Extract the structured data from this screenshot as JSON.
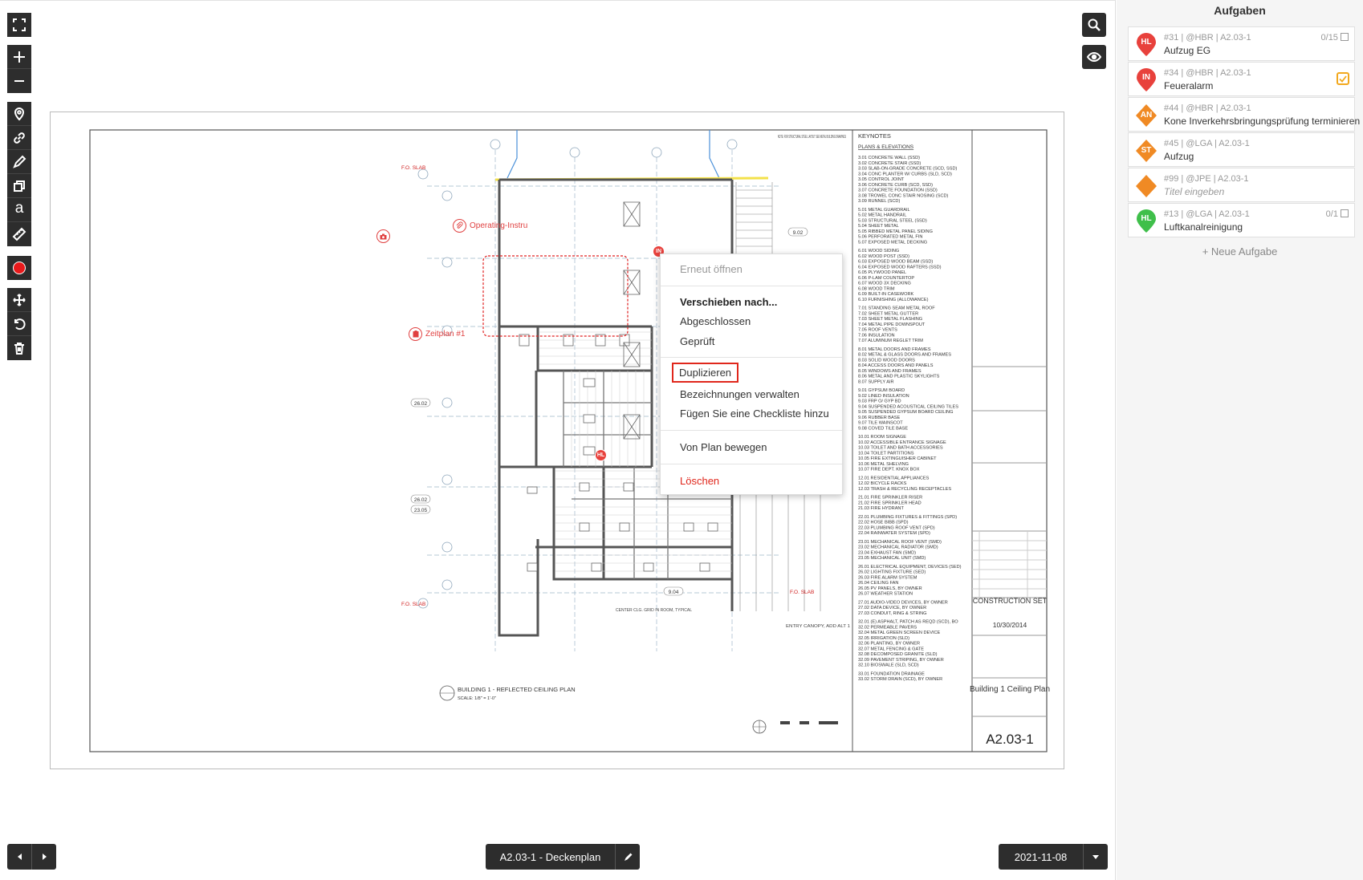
{
  "viewer": {
    "plan_label": "A2.03-1 - Deckenplan",
    "date_label": "2021-11-08",
    "markers": {
      "photo_marker": "",
      "operating_label": "Operating-Instru",
      "zeitplan_label": "Zeitplan #1",
      "in_badge": "IN",
      "hl_badge": "HL"
    }
  },
  "context_menu": {
    "reopen": "Erneut öffnen",
    "move_to": "Verschieben nach...",
    "closed": "Abgeschlossen",
    "verified": "Geprüft",
    "duplicate": "Duplizieren",
    "manage_labels": "Bezeichnungen verwalten",
    "add_checklist": "Fügen Sie eine Checkliste hinzu",
    "move_off_plan": "Von Plan bewegen",
    "delete": "Löschen"
  },
  "drawing": {
    "keynotes_title": "KEYNOTES",
    "plans_elevations": "PLANS & ELEVATIONS",
    "plan_title": "BUILDING 1 - REFLECTED CEILING PLAN",
    "plan_scale": "SCALE: 1/8\" = 1'-0\"",
    "construction_set": "CONSTRUCTION SET",
    "set_date": "10/30/2014",
    "sheet_title": "Building 1 Ceiling Plan",
    "sheet_number": "A2.03-1",
    "note": "NOTE: FOR STRUCTURAL STEEL LAYOUT SEE METAL BUILDING DRAWINGS",
    "fo_slab": "F.O. SLAB",
    "center_clg": "CENTER CLG. GRID IN ROOM, TYPICAL",
    "entry_canopy": "ENTRY CANOPY, ADD ALT 1",
    "keynote_lines": [
      "3.01 CONCRETE WALL (SSD)",
      "3.02 CONCRETE STAIR (SSD)",
      "3.03 SLAB-ON-GRADE CONCRETE (SCD, SSD)",
      "3.04 CONC PLANTER W/ CURBS (SLD, SCD)",
      "3.05 CONTROL JOINT",
      "3.06 CONCRETE CURB (SCD, SSD)",
      "3.07 CONCRETE FOUNDATION (SSD)",
      "3.08 TROWEL CONC STAIR NOSING (SCD)",
      "3.09 RUNNEL (SCD)",
      "",
      "5.01 METAL GUARDRAIL",
      "5.02 METAL HANDRAIL",
      "5.03 STRUCTURAL STEEL (SSD)",
      "5.04 SHEET METAL",
      "5.05 RIBBED METAL PANEL SIDING",
      "5.06 PERFORATED METAL FIN",
      "5.07 EXPOSED METAL DECKING",
      "",
      "6.01 WOOD SIDING",
      "6.02 WOOD POST (SSD)",
      "6.03 EXPOSED WOOD BEAM (SSD)",
      "6.04 EXPOSED WOOD RAFTERS (SSD)",
      "6.05 PLYWOOD PANEL",
      "6.06 P-LAM COUNTERTOP",
      "6.07 WOOD 3X DECKING",
      "6.08 WOOD TRIM",
      "6.09 BUILT-IN CASEWORK",
      "6.10 FURNISHING (ALLOWANCE)",
      "",
      "7.01 STANDING SEAM METAL ROOF",
      "7.02 SHEET METAL GUTTER",
      "7.03 SHEET METAL FLASHING",
      "7.04 METAL PIPE DOWNSPOUT",
      "7.05 ROOF VENTS",
      "7.06 INSULATION",
      "7.07 ALUMINUM REGLET TRIM",
      "",
      "8.01 METAL DOORS AND FRAMES",
      "8.02 METAL & GLASS DOORS AND FRAMES",
      "8.03 SOLID WOOD DOORS",
      "8.04 ACCESS DOORS AND PANELS",
      "8.05 WINDOWS AND FRAMES",
      "8.06 METAL AND PLASTIC SKYLIGHTS",
      "8.07 SUPPLY AIR",
      "",
      "9.01 GYPSUM BOARD",
      "9.02 LINED INSULATION",
      "9.03 FRP O/ GYP BD",
      "9.04 SUSPENDED ACOUSTICAL CEILING TILES",
      "9.05 SUSPENDED GYPSUM BOARD CEILING",
      "9.06 RUBBER BASE",
      "9.07 TILE WAINSCOT",
      "9.08 COVED TILE BASE",
      "",
      "10.01 ROOM SIGNAGE",
      "10.02 ACCESSIBLE ENTRANCE SIGNAGE",
      "10.03 TOILET AND BATH ACCESSORIES",
      "10.04 TOILET PARTITIONS",
      "10.05 FIRE EXTINGUISHER CABINET",
      "10.06 METAL SHELVING",
      "10.07 FIRE DEPT. KNOX BOX",
      "",
      "12.01 RESIDENTIAL APPLIANCES",
      "12.02 BICYCLE RACKS",
      "12.03 TRASH & RECYCLING RECEPTACLES",
      "",
      "21.01 FIRE SPRINKLER RISER",
      "21.02 FIRE SPRINKLER HEAD",
      "21.03 FIRE HYDRANT",
      "",
      "22.01 PLUMBING FIXTURES & FITTINGS (SPD)",
      "22.02 HOSE BIBB (SPD)",
      "22.03 PLUMBING ROOF VENT (SPD)",
      "22.04 RAINWATER SYSTEM (SPD)",
      "",
      "23.01 MECHANICAL ROOF VENT (SMD)",
      "23.02 MECHANICAL RADIATOR (SMD)",
      "23.04 EXHAUST FAN (SMD)",
      "23.05 MECHANICAL UNIT (SMD)",
      "",
      "26.01 ELECTRICAL EQUIPMENT, DEVICES (SED)",
      "26.02 LIGHTING FIXTURE (SED)",
      "26.03 FIRE ALARM SYSTEM",
      "26.04 CEILING FAN",
      "26.05 PV PANELS, BY OWNER",
      "26.07 WEATHER STATION",
      "",
      "27.01 AUDIO-VIDEO DEVICES, BY OWNER",
      "27.02 DATA DEVICE, BY OWNER",
      "27.03 CONDUIT, RING & STRING",
      "",
      "32.01 (E) ASPHALT, PATCH AS REQD (SCD), BO",
      "32.02 PERMEABLE PAVERS",
      "32.04 METAL GREEN SCREEN DEVICE",
      "32.05 IRRIGATION (SLD)",
      "32.06 PLANTING, BY OWNER",
      "32.07 METAL FENCING & GATE",
      "32.08 DECOMPOSED GRANITE (SLD)",
      "32.09 PAVEMENT STRIPING, BY OWNER",
      "32.10 BIOSWALE (SLD, SCD)",
      "",
      "33.01 FOUNDATION DRAINAGE",
      "33.02 STORM DRAIN (SCD), BY OWNER"
    ]
  },
  "tasks_panel": {
    "title": "Aufgaben",
    "new_task": "+ Neue Aufgabe",
    "tasks": [
      {
        "badge": "HL",
        "color": "#e8413c",
        "shape": "pin",
        "meta": "#31 | @HBR | A2.03-1",
        "title": "Aufzug EG",
        "count": "0/15",
        "checked": false
      },
      {
        "badge": "IN",
        "color": "#e8413c",
        "shape": "pin",
        "meta": "#34 | @HBR | A2.03-1",
        "title": "Feueralarm",
        "count": "",
        "checked": true
      },
      {
        "badge": "AN",
        "color": "#f08a24",
        "shape": "diamond",
        "meta": "#44 | @HBR | A2.03-1",
        "title": "Kone Inverkehrsbringungsprüfung terminieren",
        "count": "",
        "checked": false
      },
      {
        "badge": "ST",
        "color": "#f08a24",
        "shape": "diamond",
        "meta": "#45 | @LGA | A2.03-1",
        "title": "Aufzug",
        "count": "",
        "checked": false
      },
      {
        "badge": "",
        "color": "#f08a24",
        "shape": "diamond",
        "meta": "#99 | @JPE | A2.03-1",
        "title": "Titel eingeben",
        "count": "",
        "checked": false,
        "placeholder": true
      },
      {
        "badge": "HL",
        "color": "#3fbf4a",
        "shape": "pin",
        "meta": "#13 | @LGA | A2.03-1",
        "title": "Luftkanalreinigung",
        "count": "0/1",
        "checked": false
      }
    ]
  }
}
